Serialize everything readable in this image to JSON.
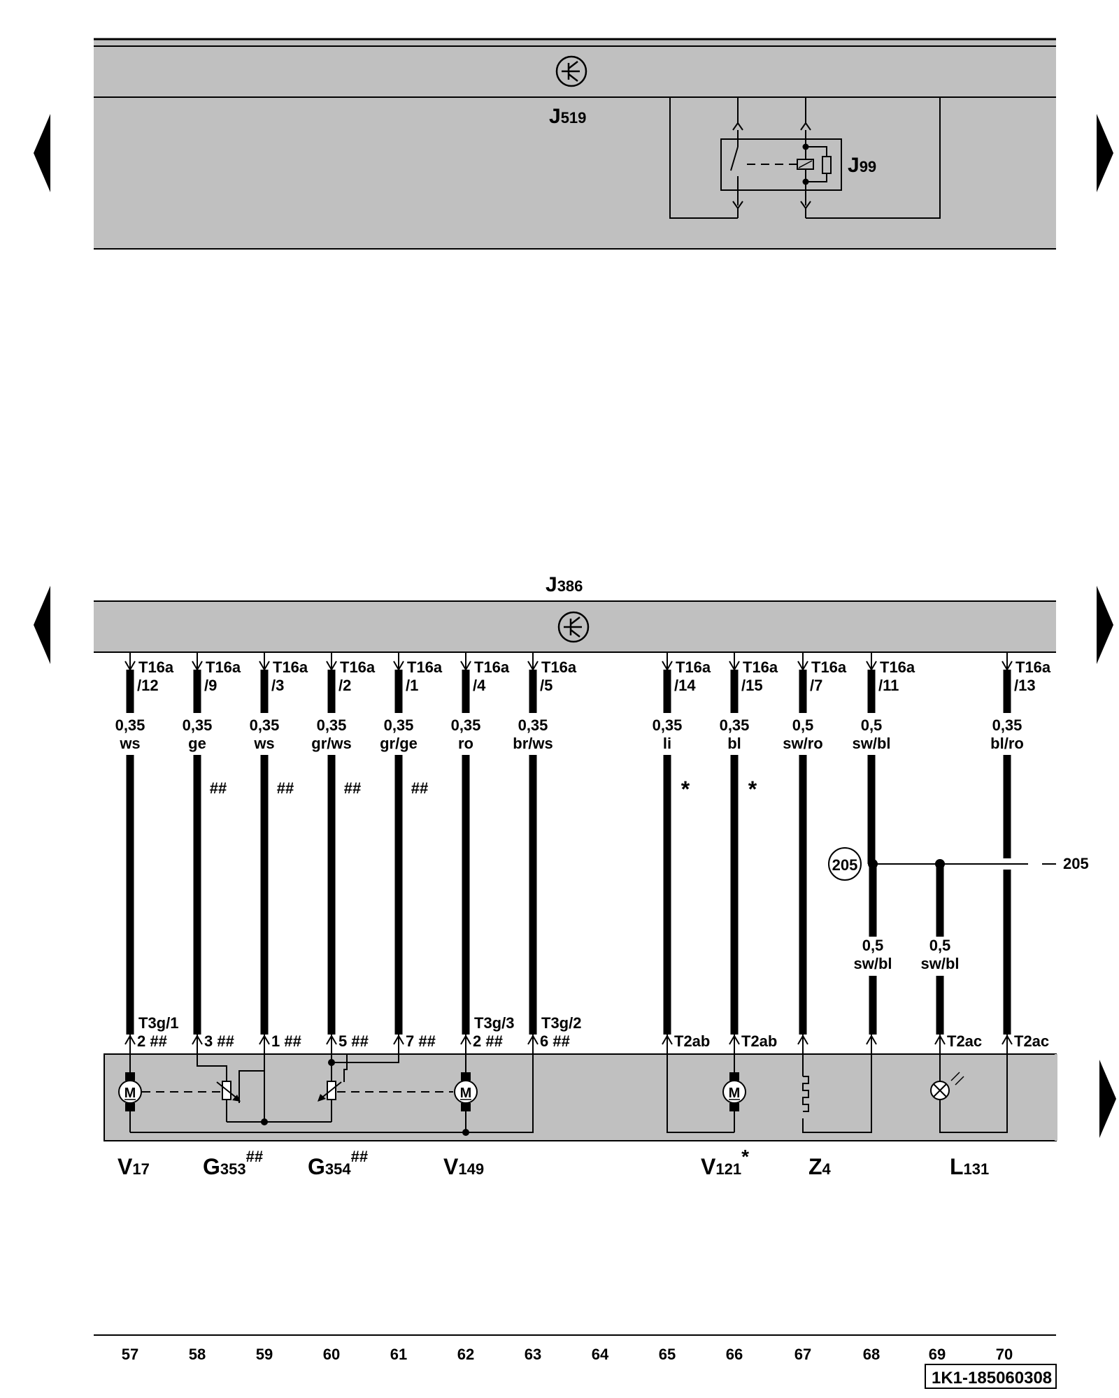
{
  "top_unit": {
    "control_unit_label": "J",
    "control_unit_sub": "519",
    "relay_label": "J",
    "relay_sub": "99"
  },
  "main_unit": {
    "control_unit_label": "J",
    "control_unit_sub": "386"
  },
  "wires": [
    {
      "id": "w57",
      "connector": "T16a",
      "pin": "/12",
      "gauge": "0,35",
      "color": "ws",
      "mark": "",
      "bottom_connector": "T3g/1",
      "bottom_pin": "2 ##"
    },
    {
      "id": "w58",
      "connector": "T16a",
      "pin": "/9",
      "gauge": "0,35",
      "color": "ge",
      "mark": "##",
      "bottom_connector": "",
      "bottom_pin": "3 ##"
    },
    {
      "id": "w59",
      "connector": "T16a",
      "pin": "/3",
      "gauge": "0,35",
      "color": "ws",
      "mark": "##",
      "bottom_connector": "",
      "bottom_pin": "1 ##"
    },
    {
      "id": "w60",
      "connector": "T16a",
      "pin": "/2",
      "gauge": "0,35",
      "color": "gr/ws",
      "mark": "##",
      "bottom_connector": "",
      "bottom_pin": "5 ##"
    },
    {
      "id": "w61",
      "connector": "T16a",
      "pin": "/1",
      "gauge": "0,35",
      "color": "gr/ge",
      "mark": "##",
      "bottom_connector": "",
      "bottom_pin": "7 ##"
    },
    {
      "id": "w62",
      "connector": "T16a",
      "pin": "/4",
      "gauge": "0,35",
      "color": "ro",
      "mark": "",
      "bottom_connector": "T3g/3",
      "bottom_pin": "2 ##"
    },
    {
      "id": "w63",
      "connector": "T16a",
      "pin": "/5",
      "gauge": "0,35",
      "color": "br/ws",
      "mark": "",
      "bottom_connector": "T3g/2",
      "bottom_pin": "6 ##"
    },
    {
      "id": "w65",
      "connector": "T16a",
      "pin": "/14",
      "gauge": "0,35",
      "color": "li",
      "mark": "*",
      "bottom_connector": "",
      "bottom_pin": "T2ab"
    },
    {
      "id": "w66",
      "connector": "T16a",
      "pin": "/15",
      "gauge": "0,35",
      "color": "bl",
      "mark": "*",
      "bottom_connector": "",
      "bottom_pin": "T2ab"
    },
    {
      "id": "w67",
      "connector": "T16a",
      "pin": "/7",
      "gauge": "0,5",
      "color": "sw/ro",
      "mark": "",
      "bottom_connector": "",
      "bottom_pin": ""
    },
    {
      "id": "w68",
      "connector": "T16a",
      "pin": "/11",
      "gauge": "0,5",
      "color": "sw/bl",
      "mark": "",
      "bottom_connector": "",
      "bottom_pin": ""
    },
    {
      "id": "w70",
      "connector": "T16a",
      "pin": "/13",
      "gauge": "0,35",
      "color": "bl/ro",
      "mark": "",
      "bottom_connector": "",
      "bottom_pin": "T2ac"
    }
  ],
  "junction": {
    "label_left": "205",
    "label_right": "205",
    "branch_wires": [
      {
        "gauge": "0,5",
        "color": "sw/bl"
      },
      {
        "gauge": "0,5",
        "color": "sw/bl",
        "bottom_pin": "T2ac"
      }
    ]
  },
  "components": [
    {
      "letter": "V",
      "sub": "17",
      "sup": ""
    },
    {
      "letter": "G",
      "sub": "353",
      "sup": "##"
    },
    {
      "letter": "G",
      "sub": "354",
      "sup": "##"
    },
    {
      "letter": "V",
      "sub": "149",
      "sup": ""
    },
    {
      "letter": "V",
      "sub": "121",
      "sup": "*"
    },
    {
      "letter": "Z",
      "sub": "4",
      "sup": ""
    },
    {
      "letter": "L",
      "sub": "131",
      "sup": ""
    }
  ],
  "motor_symbol": "M",
  "track_numbers": [
    "57",
    "58",
    "59",
    "60",
    "61",
    "62",
    "63",
    "64",
    "65",
    "66",
    "67",
    "68",
    "69",
    "70"
  ],
  "diagram_code": "1K1-185060308",
  "colors": {
    "unit_fill": "#c0c0c0",
    "line": "#000000",
    "background": "#ffffff"
  }
}
